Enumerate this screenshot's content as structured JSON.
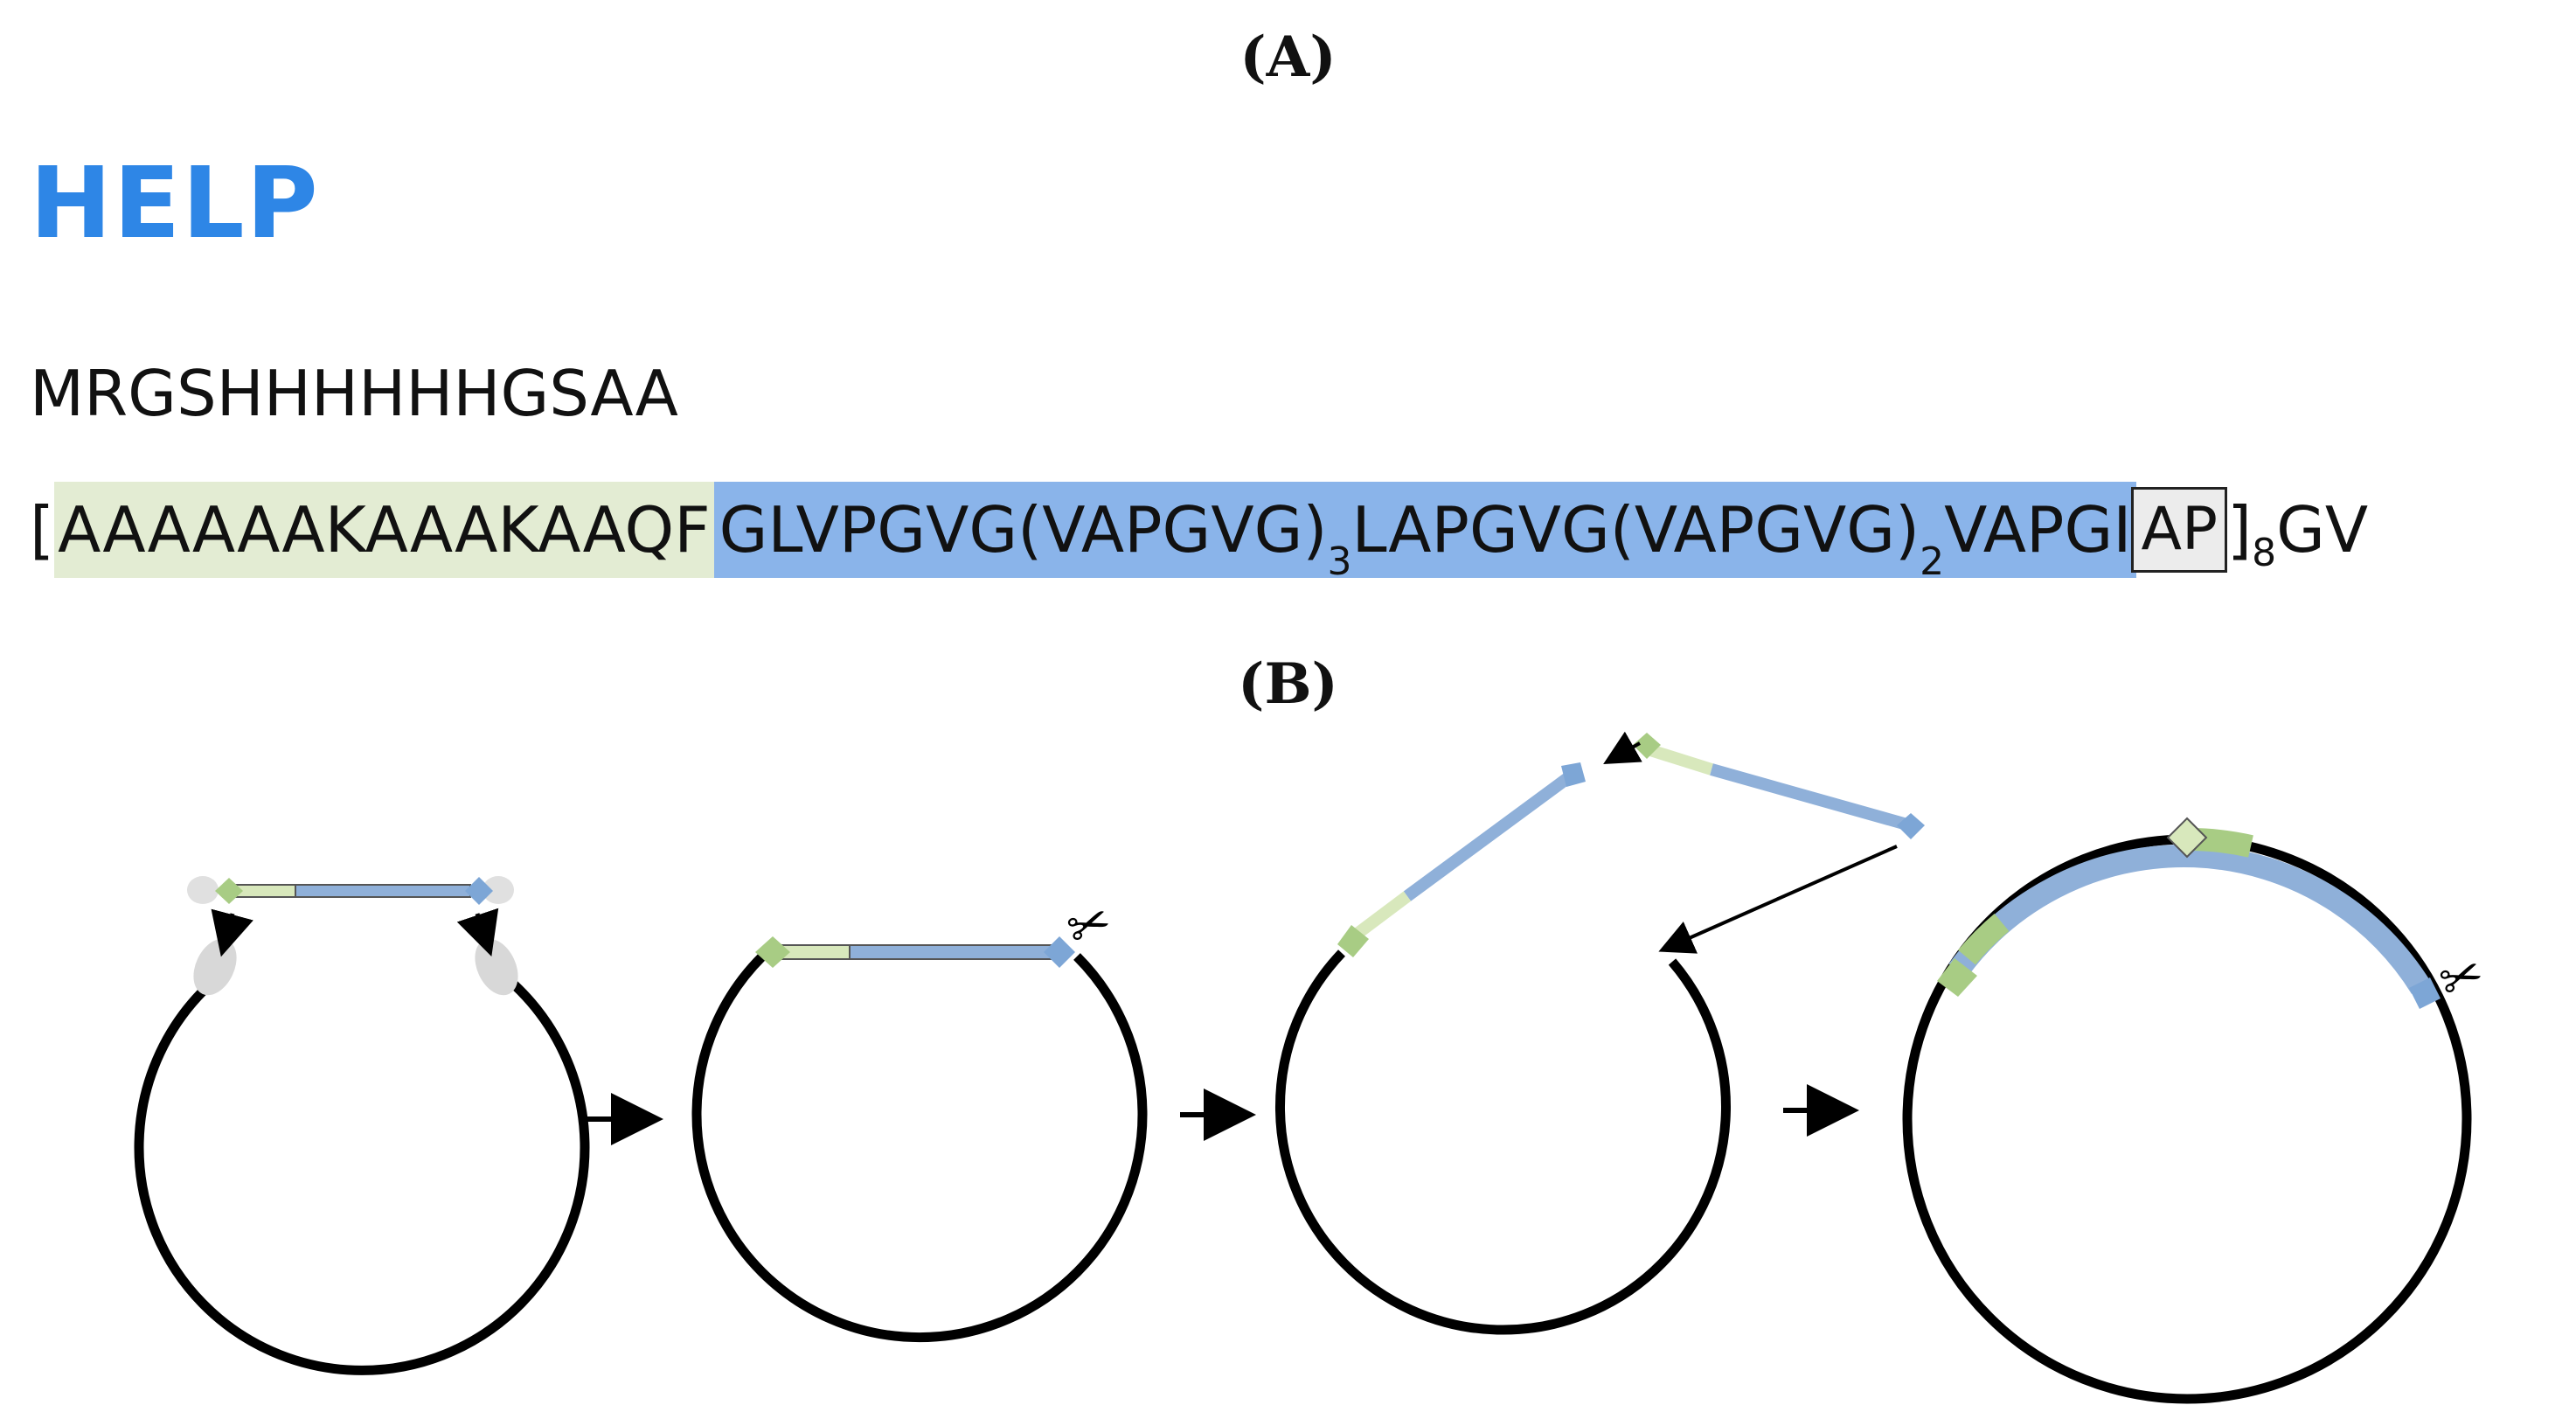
{
  "panel_a": {
    "label": "(A)",
    "title": "HELP",
    "sequence_line_1": "MRGSHHHHHHGSAA",
    "sequence_line_2": {
      "open_bracket": "[",
      "green_segment": "AAAAAAKAAAKAAQF",
      "blue_segment_parts": [
        "GLVPGVG(VAPGVG)",
        "3",
        "LAPGVG(VAPGVG)",
        "2",
        "VAPGI"
      ],
      "boxed_segment": "AP",
      "close_bracket": "]",
      "repeat_count": "8",
      "tail": "GV"
    }
  },
  "panel_b": {
    "label": "(B)",
    "steps": [
      "digestion-overhangs",
      "ligation",
      "cut-open-vector",
      "circularized-insert"
    ]
  },
  "colors": {
    "title_blue": "#2e86e6",
    "green_highlight": "#e3ecd3",
    "blue_highlight": "#8ab4ea",
    "insert_blue": "#8fb0d9",
    "insert_green": "#d8e8bc",
    "marker_green": "#a8cc84",
    "marker_blue": "#7da6d6",
    "overhang_gray": "#d8d8d8",
    "plasmid_black": "#000000"
  },
  "icons": [
    "scissors-icon",
    "arrow-right-icon",
    "arrowhead-icon"
  ]
}
